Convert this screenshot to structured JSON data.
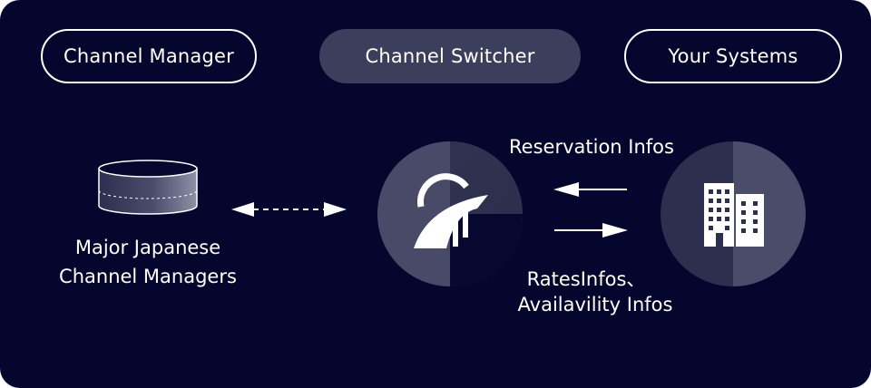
{
  "header": {
    "left_label": "Channel Manager",
    "center_label": "Channel Switcher",
    "right_label": "Your Systems"
  },
  "left_node": {
    "line1": "Major Japanese",
    "line2": "Channel Managers"
  },
  "flows": {
    "top_label": "Reservation Infos",
    "bottom_line1": "RatesInfos、",
    "bottom_line2": "Availavility Infos"
  },
  "colors": {
    "background": "#04062e",
    "pill_fill": "#3b3f5c",
    "text": "#ffffff"
  },
  "icons": [
    "database-icon",
    "channel-switcher-logo-icon",
    "building-icon"
  ]
}
